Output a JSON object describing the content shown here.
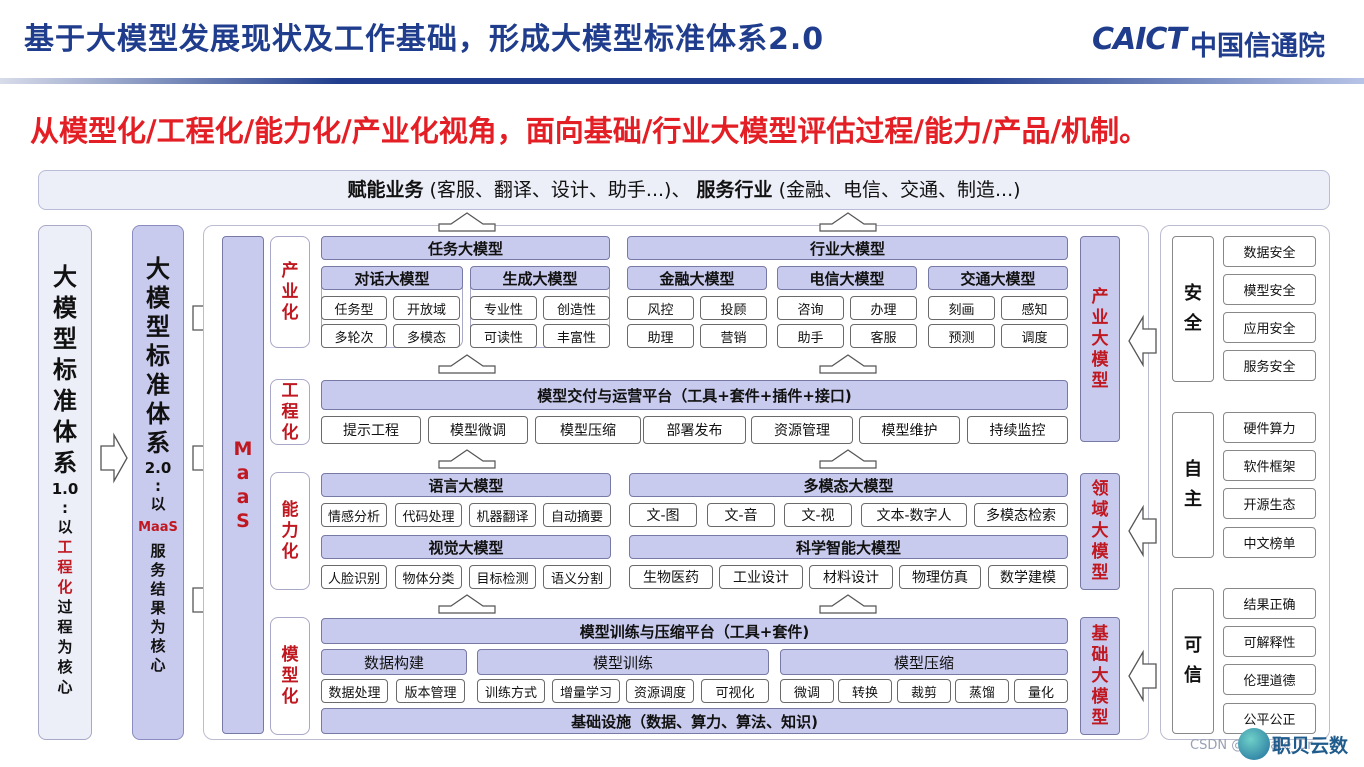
{
  "header": {
    "title": "基于大模型发展现状及工作基础，形成大模型标准体系2.0",
    "logo_en": "CAICT",
    "logo_cn": "中国信通院"
  },
  "subtitle": "从模型化/工程化/能力化/产业化视角，面向基础/行业大模型评估过程/能力/产品/机制。",
  "topbar": {
    "bold1": "赋能业务",
    "text1": " (客服、翻译、设计、助手...)、 ",
    "bold2": "服务行业",
    "text2": " (金融、电信、交通、制造...)"
  },
  "left": {
    "v1_big": [
      "大",
      "模",
      "型",
      "标",
      "准",
      "体",
      "系"
    ],
    "v1_ver": "1.0",
    "v1_colon": ":",
    "v1_small_pre": "以",
    "v1_small_red": [
      "工",
      "程",
      "化"
    ],
    "v1_small_post": [
      "过",
      "程",
      "为",
      "核",
      "心"
    ],
    "v2_big": [
      "大",
      "模",
      "型",
      "标",
      "准",
      "体",
      "系"
    ],
    "v2_ver": "2.0",
    "v2_colon": ":",
    "v2_small_pre": "以",
    "v2_red": "MaaS",
    "v2_small_post": [
      "服",
      "务",
      "结",
      "果",
      "为",
      "核",
      "心"
    ]
  },
  "maas": [
    "M",
    "a",
    "a",
    "S"
  ],
  "layers": {
    "industrial": {
      "label": [
        "产",
        "业",
        "化"
      ],
      "task_model": "任务大模型",
      "industry_model": "行业大模型",
      "dialog": "对话大模型",
      "generate": "生成大模型",
      "dialog_items": [
        "任务型",
        "开放域",
        "多轮次",
        "多模态"
      ],
      "generate_items": [
        "专业性",
        "创造性",
        "可读性",
        "丰富性"
      ],
      "finance": "金融大模型",
      "telecom": "电信大模型",
      "transport": "交通大模型",
      "finance_items": [
        "风控",
        "投顾",
        "助理",
        "营销"
      ],
      "telecom_items": [
        "咨询",
        "办理",
        "助手",
        "客服"
      ],
      "transport_items": [
        "刻画",
        "感知",
        "预测",
        "调度"
      ]
    },
    "engineering": {
      "label": [
        "工",
        "程",
        "化"
      ],
      "platform": "模型交付与运营平台（工具+套件+插件+接口)",
      "items": [
        "提示工程",
        "模型微调",
        "模型压缩",
        "部署发布",
        "资源管理",
        "模型维护",
        "持续监控"
      ]
    },
    "capability": {
      "label": [
        "能",
        "力",
        "化"
      ],
      "language": "语言大模型",
      "multimodal": "多模态大模型",
      "language_items": [
        "情感分析",
        "代码处理",
        "机器翻译",
        "自动摘要"
      ],
      "multimodal_items": [
        "文-图",
        "文-音",
        "文-视",
        "文本-数字人",
        "多模态检索"
      ],
      "vision": "视觉大模型",
      "science": "科学智能大模型",
      "vision_items": [
        "人脸识别",
        "物体分类",
        "目标检测",
        "语义分割"
      ],
      "science_items": [
        "生物医药",
        "工业设计",
        "材料设计",
        "物理仿真",
        "数学建模"
      ]
    },
    "modeling": {
      "label": [
        "模",
        "型",
        "化"
      ],
      "platform": "模型训练与压缩平台（工具+套件)",
      "data_build": "数据构建",
      "train": "模型训练",
      "compress": "模型压缩",
      "data_items": [
        "数据处理",
        "版本管理"
      ],
      "train_items": [
        "训练方式",
        "增量学习",
        "资源调度",
        "可视化"
      ],
      "compress_items": [
        "微调",
        "转换",
        "裁剪",
        "蒸馏",
        "量化"
      ],
      "infra": "基础设施（数据、算力、算法、知识)"
    }
  },
  "right_cols": {
    "industry": [
      "产",
      "业",
      "大",
      "模",
      "型"
    ],
    "domain": [
      "领",
      "域",
      "大",
      "模",
      "型"
    ],
    "base": [
      "基",
      "础",
      "大",
      "模",
      "型"
    ]
  },
  "side": {
    "safety_label": [
      "安",
      "全"
    ],
    "safety_items": [
      "数据安全",
      "模型安全",
      "应用安全",
      "服务安全"
    ],
    "auto_label": [
      "自",
      "主"
    ],
    "auto_items": [
      "硬件算力",
      "软件框架",
      "开源生态",
      "中文榜单"
    ],
    "trust_label": [
      "可",
      "信"
    ],
    "trust_items": [
      "结果正确",
      "可解释性",
      "伦理道德",
      "公平公正"
    ]
  },
  "watermark": {
    "text": "CSDN @Update_Ur",
    "brand": "职贝云数"
  },
  "colors": {
    "title_blue": "#1f3d8c",
    "accent_red": "#e31e24",
    "box_lavender": "#c9cbee"
  }
}
